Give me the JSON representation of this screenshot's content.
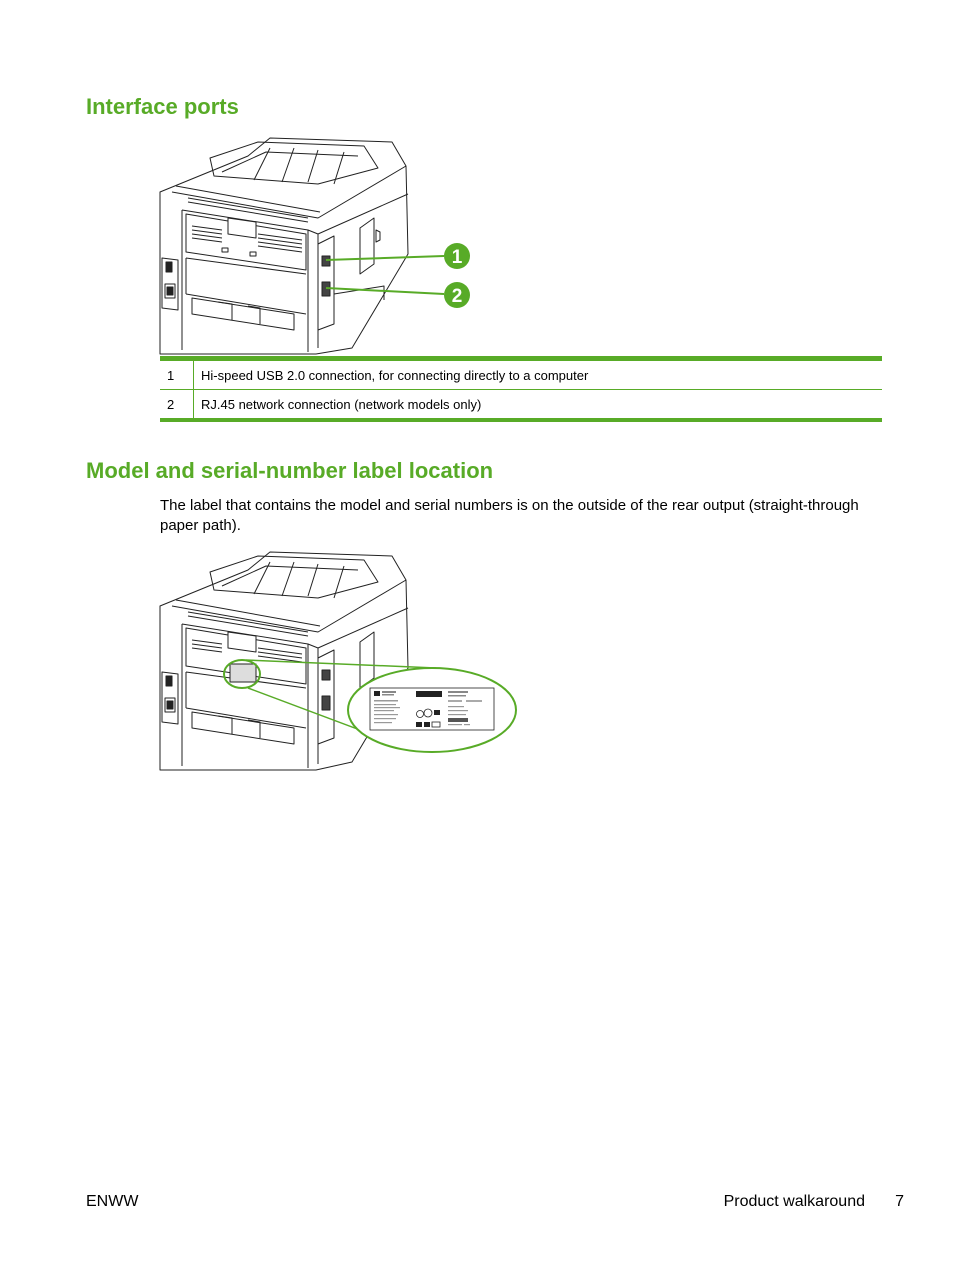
{
  "sections": {
    "interface_ports": {
      "title": "Interface ports"
    },
    "label_location": {
      "title": "Model and serial-number label location",
      "body": "The label that contains the model and serial numbers is on the outside of the rear output (straight-through paper path)."
    }
  },
  "callouts": [
    "1",
    "2"
  ],
  "ports_table": {
    "rows": [
      {
        "num": "1",
        "desc": "Hi-speed USB 2.0 connection, for connecting directly to a computer"
      },
      {
        "num": "2",
        "desc": "RJ.45 network connection (network models only)"
      }
    ]
  },
  "footer": {
    "left": "ENWW",
    "section": "Product walkaround",
    "page": "7"
  },
  "colors": {
    "accent": "#58ab27",
    "line_art": "#222222"
  },
  "icons": [
    "printer-rear-illustration",
    "callout-badge",
    "magnifier-circle",
    "serial-label-illustration"
  ]
}
